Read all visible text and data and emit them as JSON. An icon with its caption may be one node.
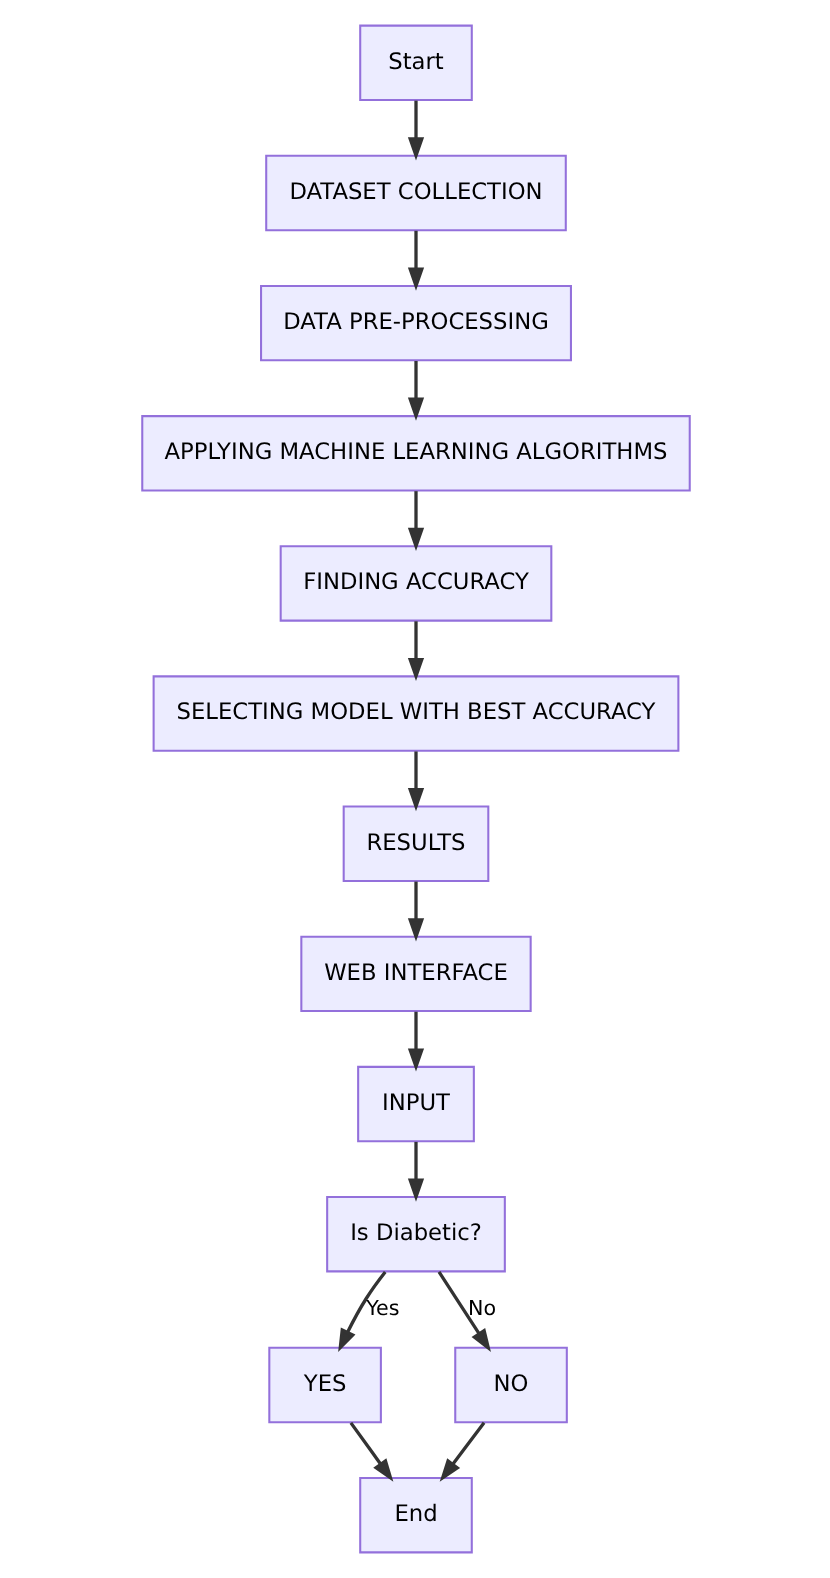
{
  "diagram": {
    "nodes": [
      {
        "text": [
          "Start"
        ]
      },
      {
        "text": [
          "DATASET COLLECTION"
        ]
      },
      {
        "text": [
          "DATA PRE-PROCESSING"
        ]
      },
      {
        "text": [
          "APPLYING MACHINE LEARNING ALGORITHMS"
        ]
      },
      {
        "text": [
          "FINDING ACCURACY"
        ]
      },
      {
        "text": [
          "SELECTING MODEL WITH BEST ACCURACY"
        ]
      },
      {
        "text": [
          "RESULTS"
        ]
      },
      {
        "text": [
          "WEB INTERFACE"
        ]
      },
      {
        "text": [
          "INPUT"
        ]
      },
      {
        "text": [
          "Is Diabetic?"
        ]
      },
      {
        "text": [
          "YES"
        ]
      },
      {
        "text": [
          "NO"
        ]
      },
      {
        "text": [
          "End"
        ]
      }
    ],
    "edges": [
      {
        "from": 0,
        "to": 1,
        "arrow": "to"
      },
      {
        "from": 1,
        "to": 2,
        "arrow": "to"
      },
      {
        "from": 2,
        "to": 3,
        "arrow": "to"
      },
      {
        "from": 3,
        "to": 4,
        "arrow": "to"
      },
      {
        "from": 4,
        "to": 5,
        "arrow": "to"
      },
      {
        "from": 5,
        "to": 6,
        "arrow": "to"
      },
      {
        "from": 6,
        "to": 7,
        "arrow": "to"
      },
      {
        "from": 7,
        "to": 8,
        "arrow": "to"
      },
      {
        "from": 8,
        "to": 9,
        "arrow": "to"
      },
      {
        "from": 9,
        "to": 10,
        "arrow": "to",
        "label": "Yes"
      },
      {
        "from": 9,
        "to": 11,
        "arrow": "to",
        "label": "No"
      },
      {
        "from": 10,
        "to": 12,
        "arrow": "to"
      },
      {
        "from": 11,
        "to": 12,
        "arrow": "to"
      }
    ]
  }
}
